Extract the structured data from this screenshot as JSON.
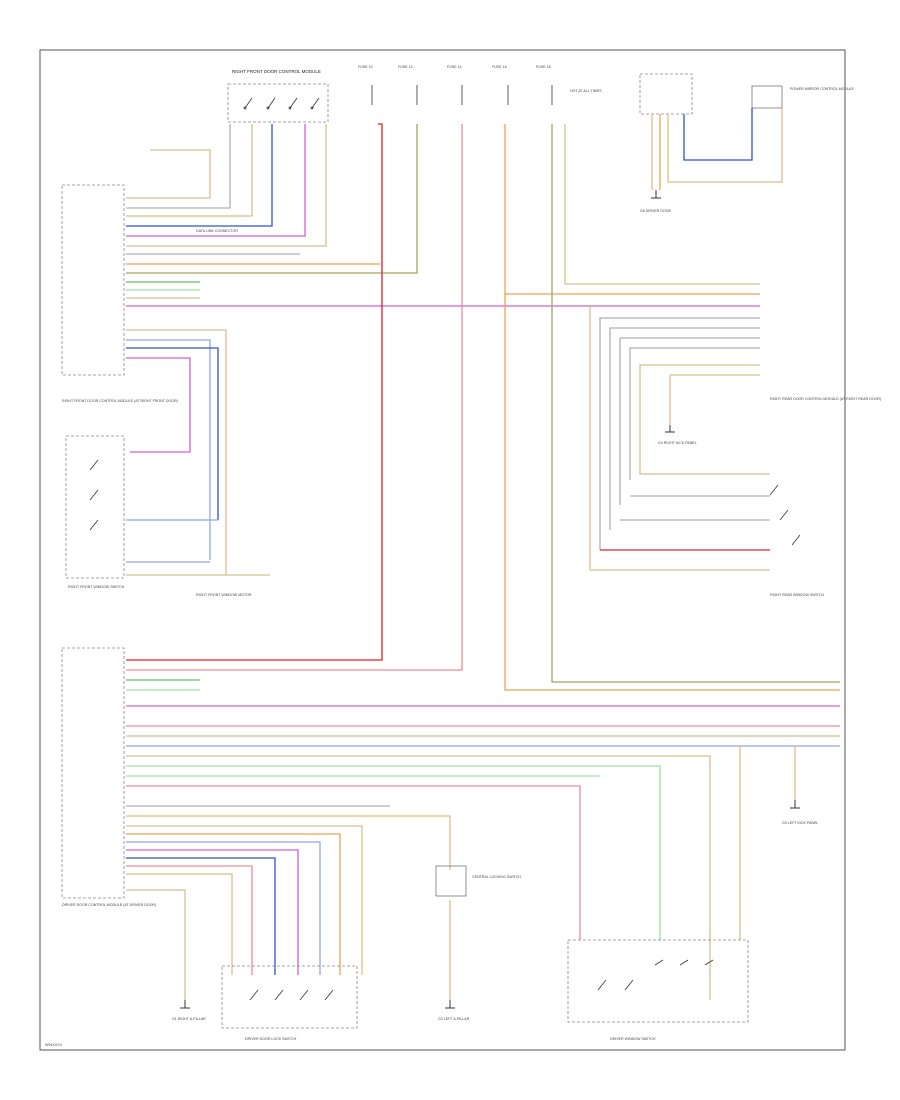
{
  "diagram": {
    "id_code": "W94XXXX"
  },
  "colors": {
    "red": "#e0202a",
    "pink": "#f08c96",
    "orange": "#f0a050",
    "tan": "#d8c08a",
    "olive": "#a8a060",
    "blue": "#3050d8",
    "lightblue": "#90a8e8",
    "violet": "#d060d0",
    "green": "#60c060",
    "lightgreen": "#a0e0a0",
    "gray": "#b0b0b0",
    "brown": "#8a6a40",
    "black": "#333333"
  },
  "components": {
    "rf_door_control_module": "RIGHT FRONT DOOR CONTROL MODULE",
    "fuses": [
      "FUSE 10",
      "FUSE 12",
      "FUSE 14",
      "FUSE 16",
      "FUSE 18"
    ],
    "fuse_block": "HOT AT ALL TIMES",
    "bcm_top_right": "POWER MIRROR CONTROL MODULE",
    "right_front_door_module_label": "RIGHT FRONT DOOR CONTROL MODULE (AT RIGHT FRONT DOOR)",
    "passenger_window_switch": "RIGHT FRONT WINDOW SWITCH",
    "rf_window_motor": "RIGHT FRONT WINDOW MOTOR",
    "right_rear_door_module": "RIGHT REAR DOOR CONTROL MODULE (AT RIGHT REAR DOOR)",
    "right_rear_window_switch": "RIGHT REAR WINDOW SWITCH",
    "driver_door_module": "DRIVER DOOR CONTROL MODULE (AT DRIVER DOOR)",
    "driver_door_lock_switch": "DRIVER DOOR LOCK SWITCH",
    "central_locking_switch": "CENTRAL LOCKING SWITCH",
    "driver_window_switch": "DRIVER WINDOW SWITCH",
    "ground_1": "G1 RIGHT A-PILLAR",
    "ground_2": "G2 LEFT A-PILLAR",
    "ground_3": "G3 LEFT KICK PANEL",
    "ground_4": "G4 RIGHT KICK PANEL",
    "ground_5": "G5 DRIVER DOOR",
    "connector_note": "DATA LINK CONNECTOR"
  }
}
